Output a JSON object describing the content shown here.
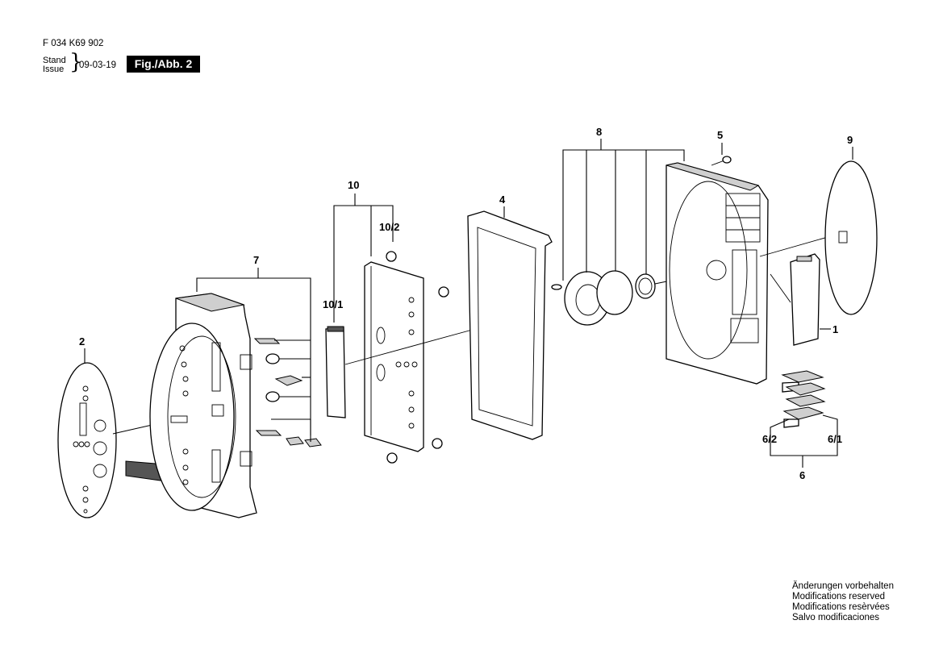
{
  "header": {
    "doc_number": "F 034 K69 902",
    "stand": "Stand",
    "issue": "Issue",
    "date": "09-03-19",
    "figure": "Fig./Abb. 2"
  },
  "labels": {
    "p1": "1",
    "p2": "2",
    "p4": "4",
    "p5": "5",
    "p6": "6",
    "p6_1": "6/1",
    "p6_2": "6/2",
    "p7": "7",
    "p8": "8",
    "p9": "9",
    "p10": "10",
    "p10_1": "10/1",
    "p10_2": "10/2"
  },
  "notes": [
    "Änderungen vorbehalten",
    "Modifications reserved",
    "Modifications resèrvées",
    "Salvo modificaciones"
  ]
}
